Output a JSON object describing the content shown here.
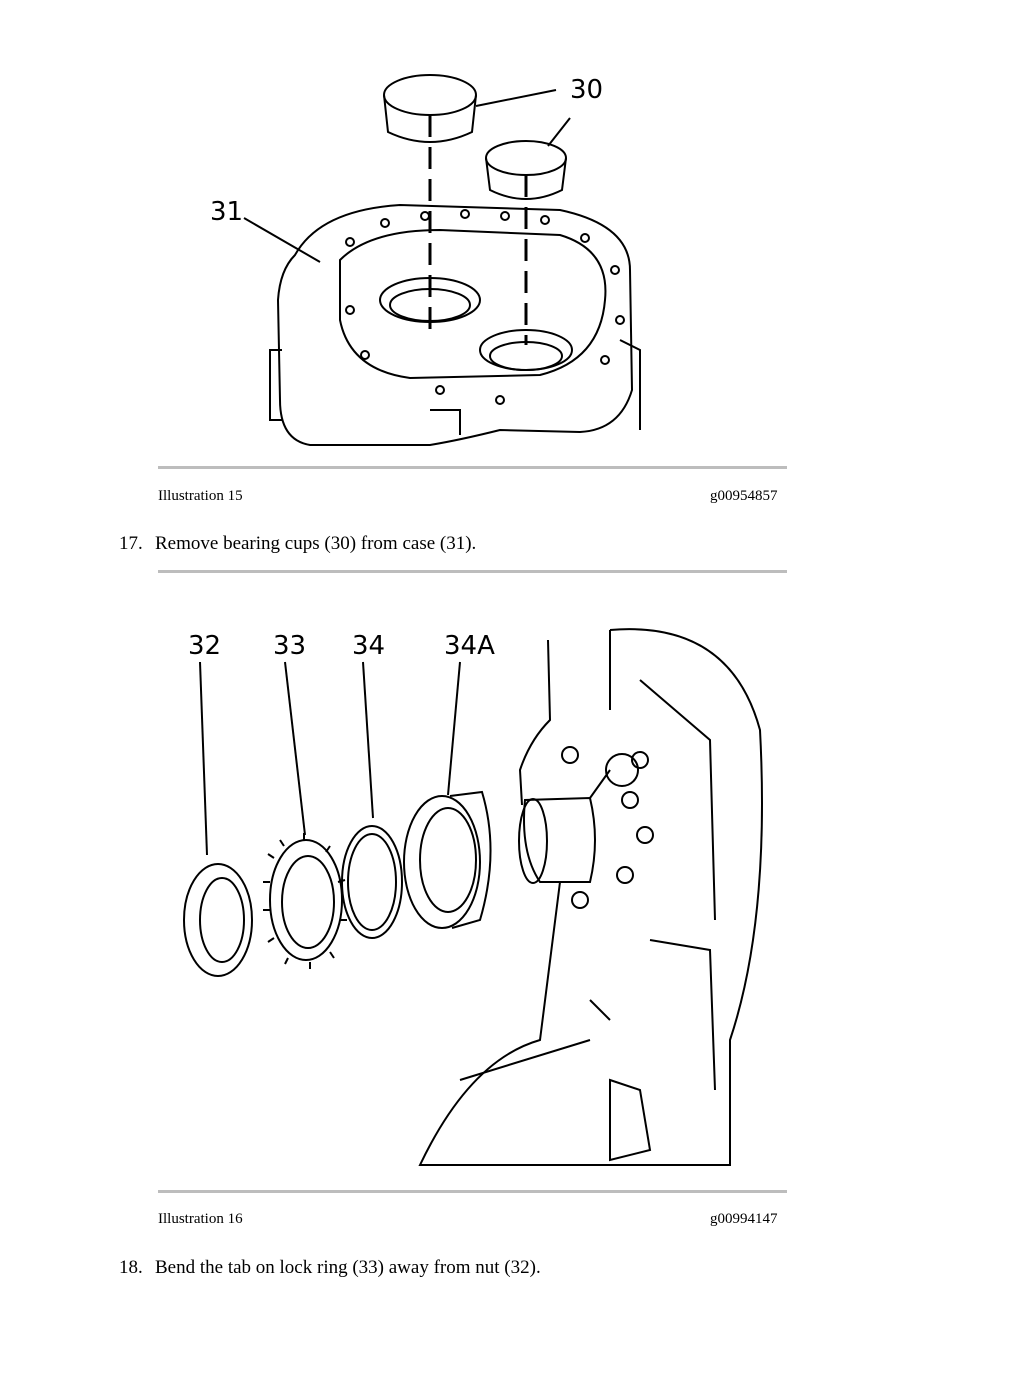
{
  "figures": [
    {
      "callouts": [
        "30",
        "31"
      ],
      "caption_left": "Illustration 15",
      "caption_right": "g00954857"
    },
    {
      "callouts": [
        "32",
        "33",
        "34",
        "34A"
      ],
      "caption_left": "Illustration 16",
      "caption_right": "g00994147"
    }
  ],
  "steps": [
    {
      "number": "17.",
      "text": "Remove bearing cups (30) from case (31)."
    },
    {
      "number": "18.",
      "text": "Bend the tab on lock ring (33) away from nut (32)."
    }
  ]
}
